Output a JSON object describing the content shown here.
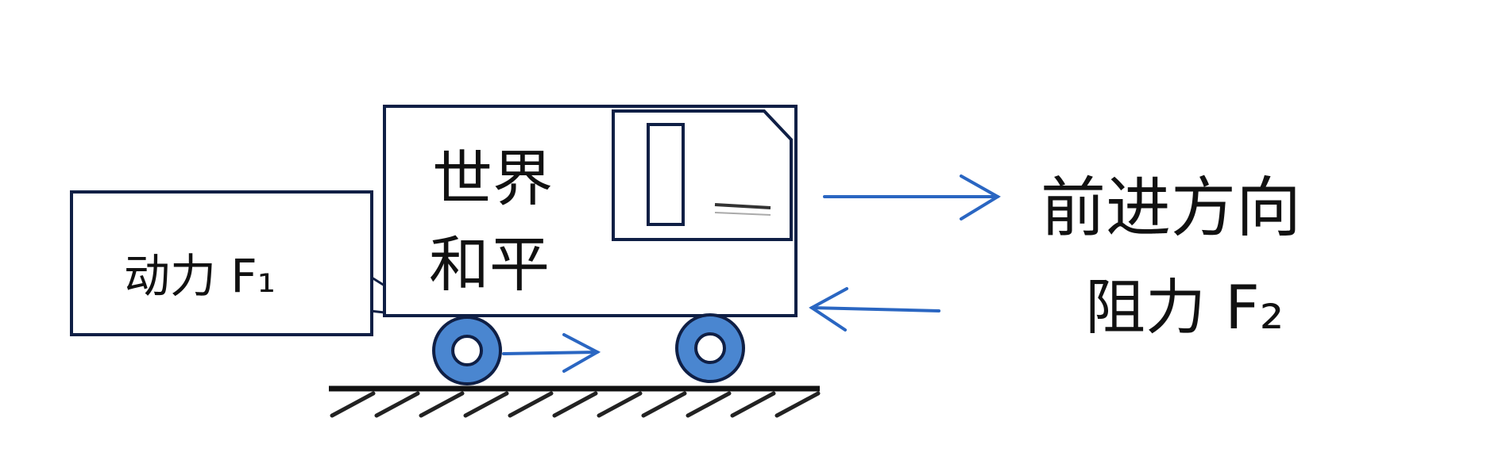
{
  "labels": {
    "truck_text_line1": "世界",
    "truck_text_line2": "和平",
    "driving_force": "动力 F₁",
    "direction": "前进方向",
    "resistance": "阻力 F₂"
  },
  "colors": {
    "outline": "#0f1f45",
    "arrow": "#2a66c2",
    "wheel": "#4a86d0",
    "ground": "#111111"
  }
}
